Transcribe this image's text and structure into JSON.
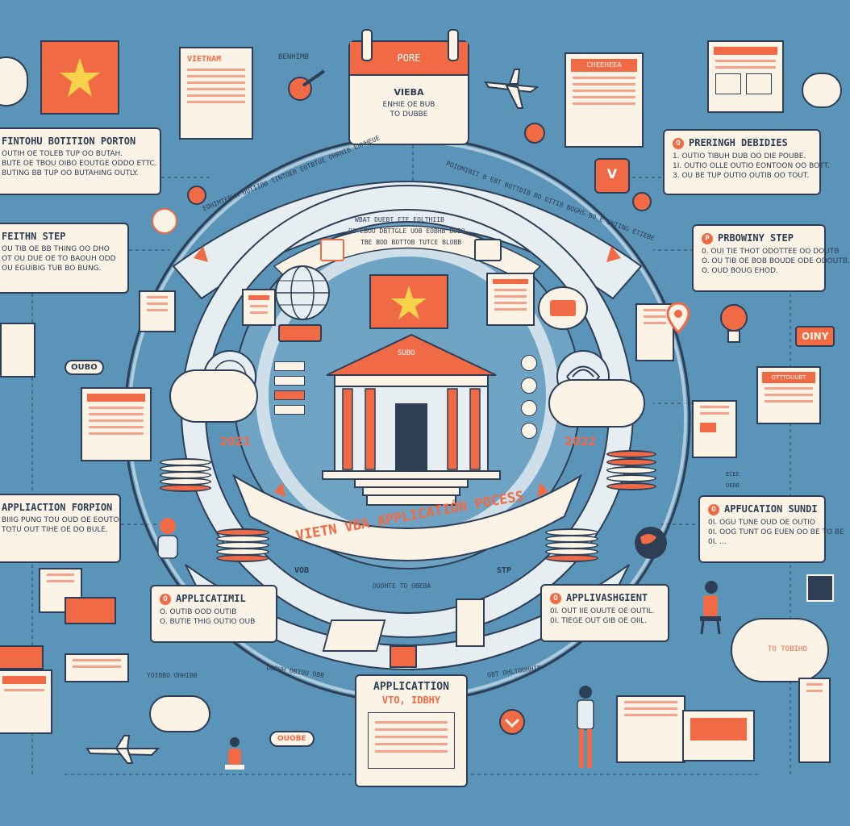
{
  "colors": {
    "background": "#5a94b8",
    "accent": "#f06a45",
    "ink": "#2e3e55",
    "paper": "#fbf3e6",
    "ring": "#e6eef2"
  },
  "calendar": {
    "tab": "PORE",
    "title": "VIEBA",
    "line1": "ENHIE OE BUB",
    "line2": "TO DUBBE"
  },
  "doc_top_left": {
    "title": "VIETNAM"
  },
  "doc_top_right": {
    "title": "CHEEHEEA"
  },
  "small_label_top": "BENHIMB",
  "cards": {
    "left1": {
      "head": "FINTOHU BOTITION PORTON",
      "lines": [
        "OUTIH OE TOLEB TUP OO BUTAH.",
        "BUTE OE TBOU OIBO EOUTGE ODDO ETTC.",
        "BUTING BB TUP OO BUTAHING OUTLY."
      ]
    },
    "left2": {
      "head": "FEITHN STEP",
      "lines": [
        "OU TIB OE BB THING OO DHO",
        "OT OU DUE OE TO BAOUH ODD",
        "OU EGUIBIG TUB BO BUNG."
      ]
    },
    "left3": {
      "head": "APPLIACTION FORPION",
      "lines": [
        "BIIIG PUNG TOU OUD OE EOUTO",
        "TOTU OUT TIHE OE DO BULE."
      ]
    },
    "right1": {
      "head": "PRERINGH DEBIDIES",
      "num": "O",
      "lines": [
        "1. OUTIO TIBUH DUB OO DIE POUBE.",
        "1I. OUTIO OLLE OUTIO EONTOON OO BOTT.",
        "3. OU BE TUP OUTIO OUTIB OO TOUT."
      ]
    },
    "right2": {
      "head": "PRBOWINY STEP",
      "num": "P",
      "lines": [
        "0. OUI TIE THOT ODOTTEE OO DOUTB",
        "O. OU TIB OE BOB BOUDE ODE ODOUTB.",
        "O. OUD BOUG EHOD."
      ]
    },
    "right3": {
      "head": "APFUCATION SUNDI",
      "num": "O",
      "lines": [
        "0I. OGU TUNE OUD OE OUTIO",
        "0I. OOG TUNT OG EUEN OO BE TO BE",
        "0I. ..."
      ]
    },
    "bottom_left": {
      "head": "APPLICATIMIL",
      "num": "O",
      "lines": [
        "O. OUTIB OOD OUTIB",
        "O. BUTIE THIG OUTIO OUB"
      ]
    },
    "bottom_right": {
      "head": "APPLIVASHGIENT",
      "num": "O",
      "lines": [
        "0I. OUT IIE OUUTE OE OUTIL.",
        "0I. TIEGE OUT GIB OE OIIL."
      ]
    }
  },
  "ring": {
    "outer_left_text": "EOHIMTEBHH OUTIIBB TINTOEB EOTBTUE OHRNIB ENHHEUE",
    "outer_right_text": "POIOMIBIT B EBT BOTTDIB BO DITIB BOGHS BO E ENTING ETIEBE",
    "inner_title": "WBAT DUEBT ETE EOLTHIIB",
    "inner_line1": "OO EBOO DBTTGLE UOB EOBHB BUIO",
    "inner_line2": "TBE BOD BOTTOB TUTCE BLOBB",
    "banner": "VIETN VBA APPLICATIÓN POCESS",
    "year_left": "2021",
    "year_right": "2022",
    "bottom_left_word": "VOB",
    "bottom_center_text": "OUOHTE TO OBEBA",
    "bottom_right_word": "STP",
    "building_label": "SUBO"
  },
  "side_badges": {
    "left": "OUBO",
    "right": "OINY",
    "bottom": "OUOBE"
  },
  "misc_labels": {
    "bottom_left_caption": "YOIBBO OHHIBB",
    "bottom_caption_left": "OUBHH OBIOU OBB",
    "bottom_caption_right": "OBT OHLTOUHHIB",
    "cloud_right": "TO TOBIHO",
    "right_tiny_1": "ECEE",
    "right_tiny_2": "OEBB",
    "doc_right_title": "OTTTOUUBT"
  },
  "bottom_doc": {
    "title": "APPLICATTION",
    "subtitle": "VTO, IDBHY"
  },
  "icons": [
    "vietnam-flag-icon",
    "calendar-icon",
    "airplane-icon",
    "government-building-icon",
    "globe-icon",
    "document-icon",
    "coin-stack-icon",
    "cloud-icon",
    "lightbulb-icon",
    "location-pin-icon",
    "person-icon"
  ]
}
